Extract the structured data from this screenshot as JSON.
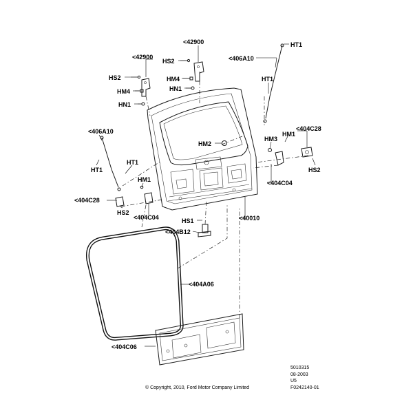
{
  "labels": {
    "l42900_a": "<42900",
    "hs2_a": "HS2",
    "hm4_a": "HM4",
    "hn1_a": "HN1",
    "l42900_b": "<42900",
    "hs2_b": "HS2",
    "hm4_b": "HM4",
    "hn1_b": "HN1",
    "l406a10_top": "<406A10",
    "ht1_top": "HT1",
    "ht1_mid": "HT1",
    "l404c28_r": "<404C28",
    "hm3": "HM3",
    "hm1_r": "HM1",
    "hm2": "HM2",
    "hs2_r": "HS2",
    "l404c04_r": "<404C04",
    "l406a10_left": "<406A10",
    "ht1_left": "HT1",
    "ht1_left2": "HT1",
    "hm1_l": "HM1",
    "l404c28_l": "<404C28",
    "hs2_l": "HS2",
    "l404c04_l": "<404C04",
    "hs1": "HS1",
    "l40010": "<40010",
    "l404b12": "<404B12",
    "l404a06": "<404A06",
    "l404c06": "<404C06"
  },
  "footer": {
    "copyright": "© Copyright, 2010, Ford Motor Company Limited",
    "codes": [
      "5010315",
      "08-2003",
      "U5",
      "F0242140-01"
    ]
  }
}
